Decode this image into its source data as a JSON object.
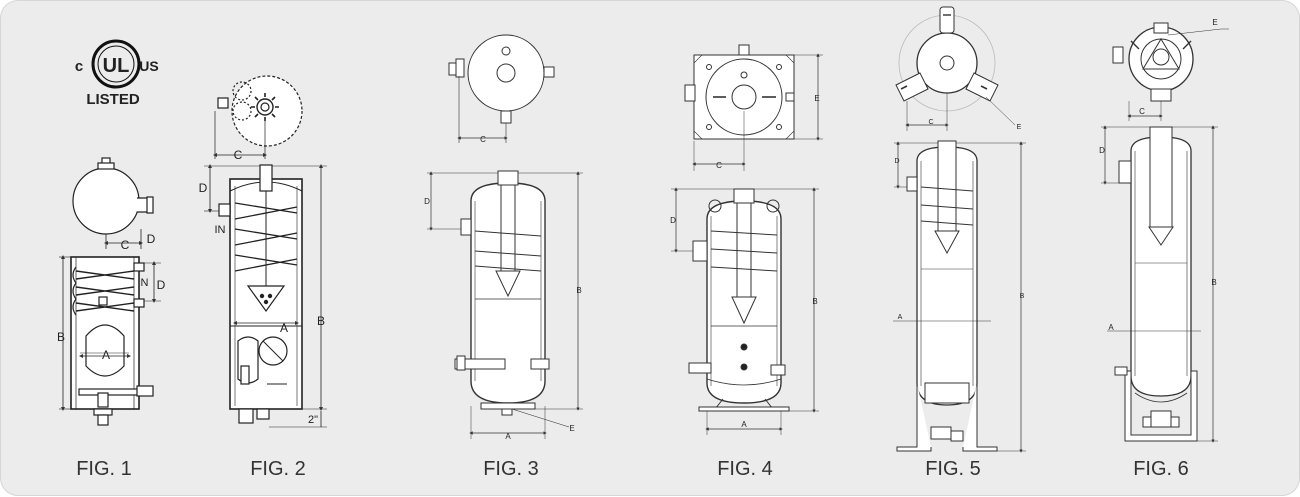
{
  "logo": {
    "mark": "UL",
    "left": "c",
    "right": "US",
    "caption": "LISTED"
  },
  "figures": [
    {
      "caption": "FIG. 1",
      "labels": {
        "c": "C",
        "d_top": "D",
        "d_side": "D",
        "in": "IN",
        "b": "B",
        "a": "A"
      }
    },
    {
      "caption": "FIG. 2",
      "labels": {
        "c": "C",
        "d": "D",
        "in": "IN",
        "a": "A",
        "b": "B",
        "clearance": "2\""
      }
    },
    {
      "caption": "FIG. 3",
      "labels": {
        "c": "C",
        "d": "D",
        "b": "B",
        "a": "A",
        "e": "E"
      }
    },
    {
      "caption": "FIG. 4",
      "labels": {
        "c": "C",
        "e": "E",
        "d": "D",
        "b": "B",
        "a": "A"
      }
    },
    {
      "caption": "FIG. 5",
      "labels": {
        "c": "C",
        "e": "E",
        "d": "D",
        "a": "A",
        "b": "B"
      }
    },
    {
      "caption": "FIG. 6",
      "labels": {
        "e": "E",
        "c": "C",
        "d": "D",
        "a": "A",
        "b": "B"
      }
    }
  ]
}
